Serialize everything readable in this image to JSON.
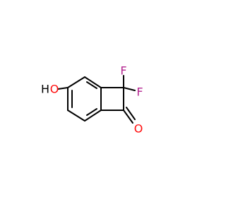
{
  "molecule": {
    "atoms": {
      "hydroxyl_h": "H",
      "hydroxyl_o": "O",
      "fluorine_1": "F",
      "fluorine_2": "F",
      "carbonyl_o": "O"
    },
    "colors": {
      "bond": "#000000",
      "oxygen": "#ff0d0d",
      "fluorine": "#b3238f",
      "hydrogen": "#000000",
      "background": "#ffffff"
    }
  }
}
